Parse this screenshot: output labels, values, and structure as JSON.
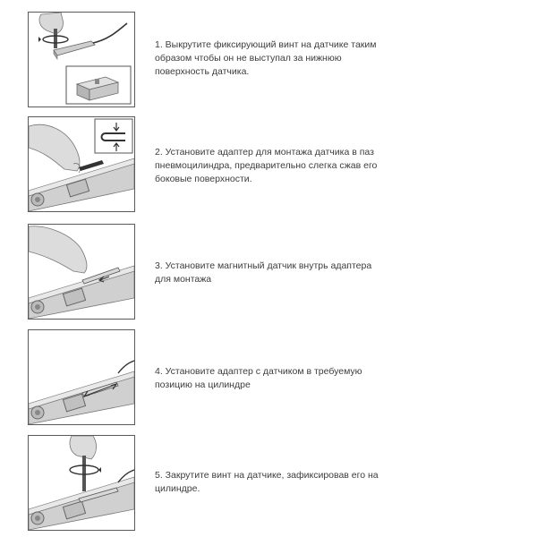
{
  "steps": [
    {
      "text": "1. Выкрутите фиксирующий винт на датчике таким образом чтобы он не выступал за нижнюю поверхность датчика."
    },
    {
      "text": "2. Установите адаптер для монтажа датчика в паз пневмоцилиндра, предварительно слегка сжав его боковые поверхности."
    },
    {
      "text": "3. Установите магнитный датчик внутрь адаптера для монтажа"
    },
    {
      "text": "4. Установите адаптер с датчиком в требуемую позицию на цилиндре"
    },
    {
      "text": "5. Закрутите винт на датчике, зафиксировав его на цилиндре."
    }
  ]
}
